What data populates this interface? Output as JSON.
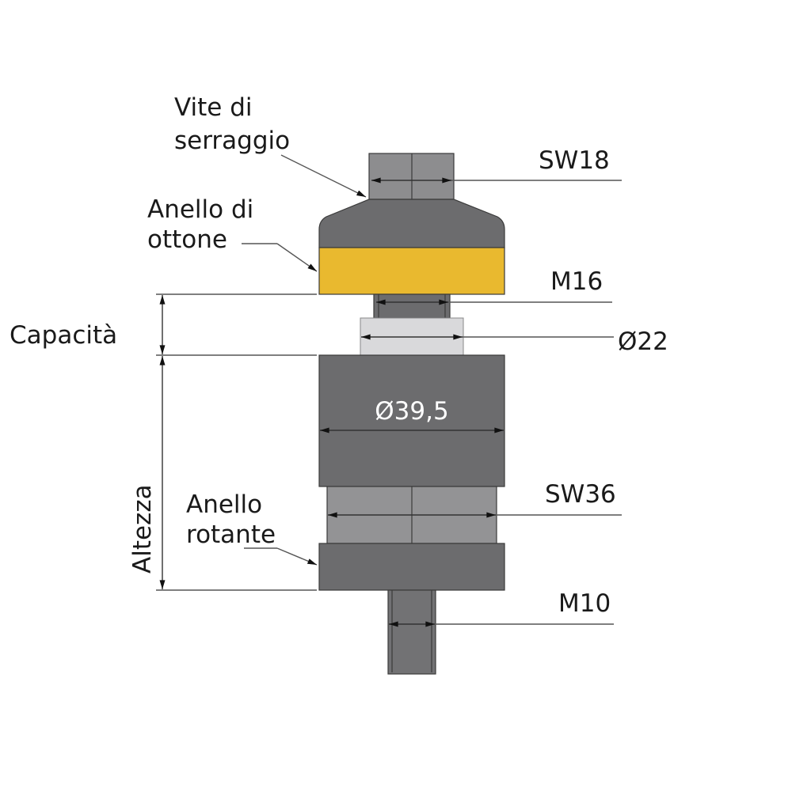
{
  "title": "Assembly diagram",
  "labels": {
    "clamping_screw_line1": "Vite di",
    "clamping_screw_line2": "serraggio",
    "brass_ring_line1": "Anello di",
    "brass_ring_line2": "ottone",
    "rotating_ring_line1": "Anello",
    "rotating_ring_line2": "rotante",
    "capacity": "Capacità",
    "height": "Altezza"
  },
  "dimensions": {
    "top_hex": "SW18",
    "thread_top": "M16",
    "collar_diameter": "Ø22",
    "body_diameter": "Ø39,5",
    "lower_hex": "SW36",
    "thread_bottom": "M10"
  },
  "colors": {
    "brass": "#e9b92f",
    "dark_steel": "#6c6c6e",
    "mid_steel": "#8d8d8f",
    "light_steel": "#d9d9db"
  }
}
